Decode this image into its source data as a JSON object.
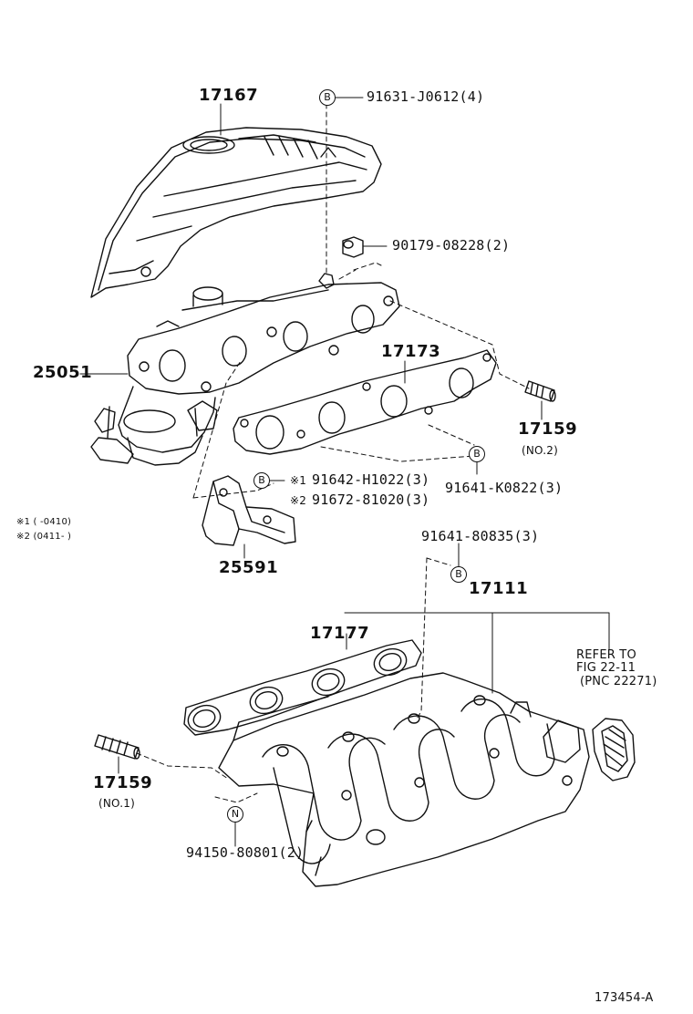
{
  "parts": {
    "p17167": "17167",
    "p91631": "91631-J0612(4)",
    "p90179": "90179-08228(2)",
    "p17173": "17173",
    "p25051": "25051",
    "p17159_no2": "17159",
    "p17159_no2_note": "(NO.2)",
    "p91642": "91642-H1022(3)",
    "p91642_mark": "※1",
    "p91672": "91672-81020(3)",
    "p91672_mark": "※2",
    "p91641_k": "91641-K0822(3)",
    "p25591": "25591",
    "p91641_8": "91641-80835(3)",
    "p17111": "17111",
    "p17177": "17177",
    "p17159_no1": "17159",
    "p17159_no1_note": "(NO.1)",
    "p94150": "94150-80801(2)"
  },
  "footnotes": {
    "note1": "※1 (      -0410)",
    "note2": "※2 (0411-       )"
  },
  "refer": {
    "line1": "REFER TO",
    "line2": "FIG 22-11",
    "line3": "(PNC 22271)"
  },
  "markers": {
    "b": "B",
    "n": "N"
  },
  "figure_id": "173454-A",
  "colors": {
    "ink": "#111111",
    "paper": "#ffffff"
  },
  "icons": [
    "heat-insulator",
    "exhaust-manifold",
    "manifold-gasket",
    "stud-bolt",
    "bracket",
    "intake-manifold",
    "intake-gasket",
    "nut",
    "bolt"
  ]
}
